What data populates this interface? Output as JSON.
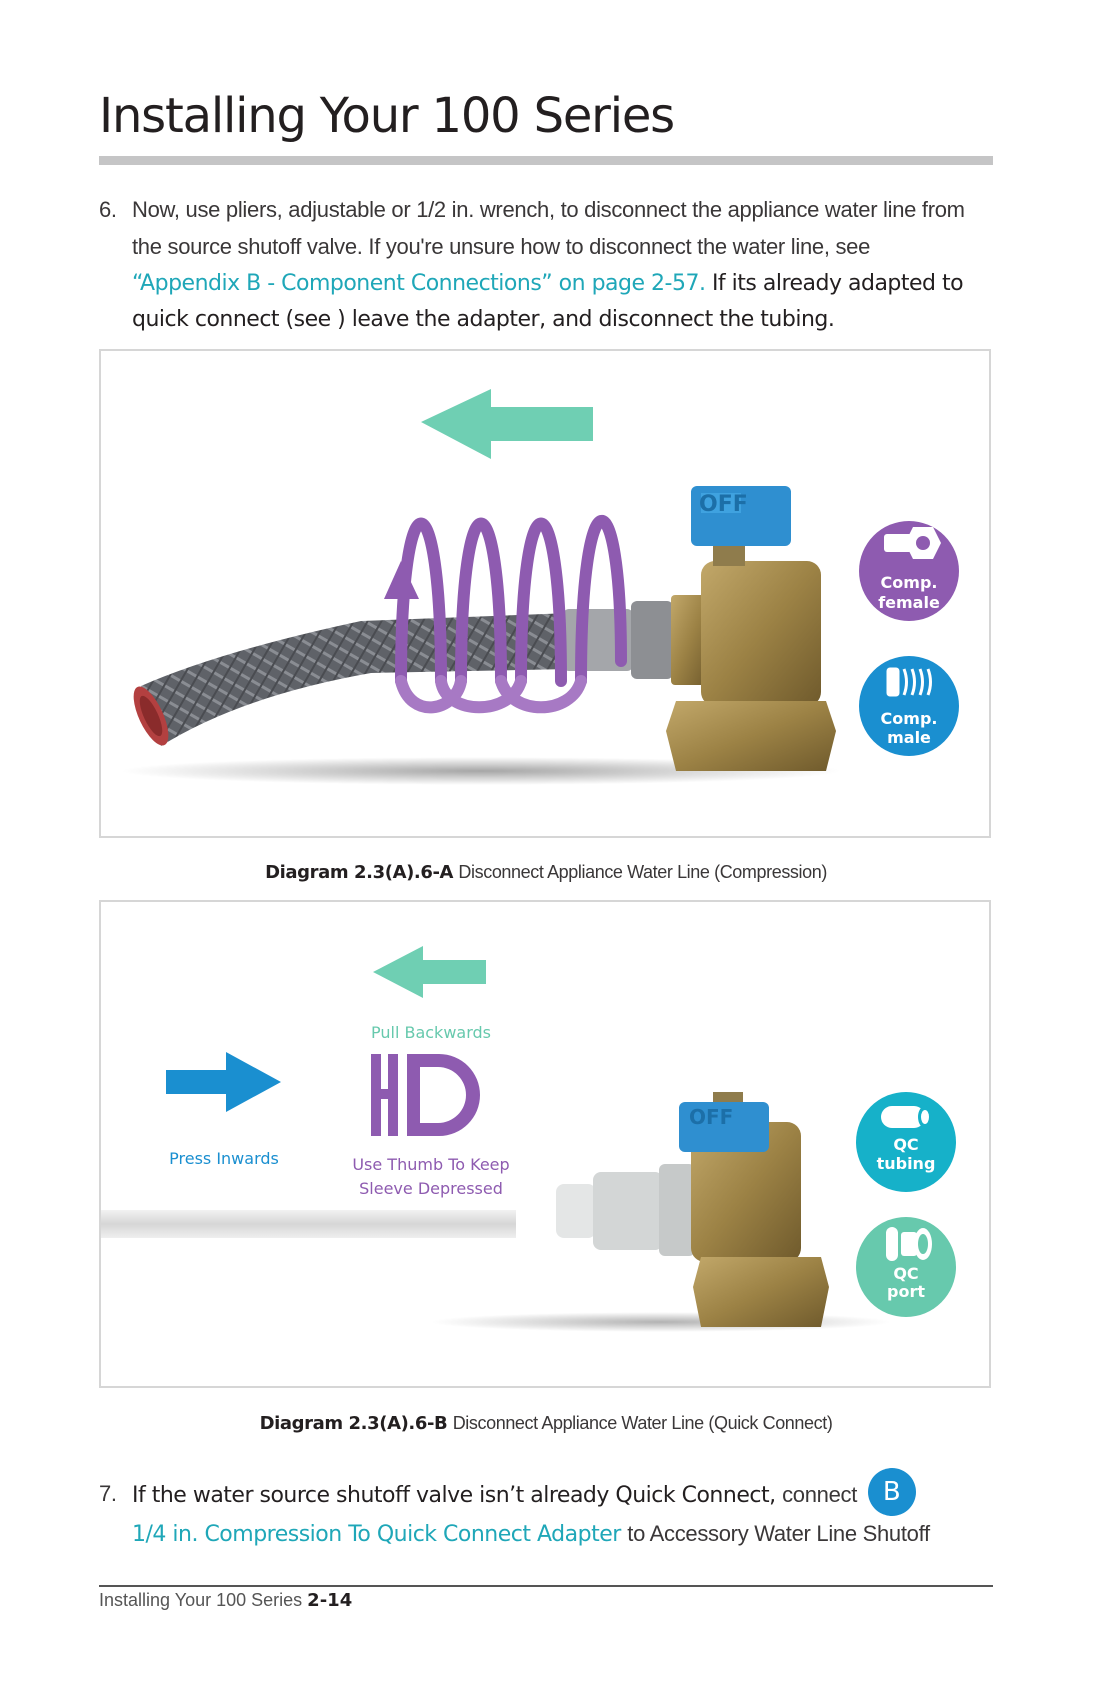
{
  "page": {
    "title": "Installing Your 100 Series",
    "footer_label": "Installing Your 100 Series",
    "footer_page": "2-14"
  },
  "step6": {
    "number": "6.",
    "text_intro": "Now, use pliers, adjustable or 1/2 in. wrench, to disconnect the appliance water line from the source shutoff valve. If you're unsure how to disconnect the water line, see",
    "link": "“Appendix B - Component Connections” on page 2-57.",
    "text_after": "If its already adapted to quick connect (see ) leave the adapter, and disconnect the tubing."
  },
  "figure_a": {
    "valve_label": "OFF",
    "badge_top": {
      "line1": "Comp.",
      "line2": "female",
      "icon": "hex-nut-icon"
    },
    "badge_bottom": {
      "line1": "Comp.",
      "line2": "male",
      "icon": "threaded-fitting-icon"
    },
    "caption_id": "Diagram 2.3(A).6-A",
    "caption_text": "Disconnect Appliance Water Line (Compression)"
  },
  "figure_b": {
    "valve_label": "OFF",
    "pull_label": "Pull Backwards",
    "press_label": "Press Inwards",
    "thumb_line1": "Use Thumb To Keep",
    "thumb_line2": "Sleeve Depressed",
    "badge_top": {
      "line1": "QC",
      "line2": "tubing",
      "icon": "tube-icon"
    },
    "badge_bottom": {
      "line1": "QC",
      "line2": "port",
      "icon": "quick-connect-port-icon"
    },
    "caption_id": "Diagram 2.3(A).6-B",
    "caption_text": "Disconnect Appliance Water Line (Quick Connect)"
  },
  "step7": {
    "number": "7.",
    "text_intro": "If the water source shutoff valve isn’t already Quick Connect,",
    "text_connect": "connect",
    "badge": "B",
    "link": "1/4 in. Compression To Quick Connect Adapter",
    "text_after": "to Accessory Water Line Shutoff"
  },
  "colors": {
    "teal_arrow": "#6fcfb3",
    "blue_arrow": "#1a8fd0",
    "purple": "#8e5bb0",
    "badge_blue": "#1a8fd0",
    "badge_cyan": "#16b1c9",
    "badge_mint": "#67c9ad",
    "link": "#1fa7b8"
  }
}
